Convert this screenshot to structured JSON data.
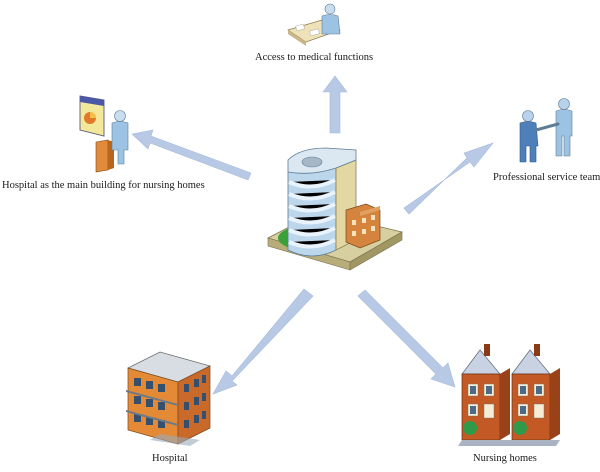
{
  "diagram": {
    "center": {
      "name": "medical-nursing-complex",
      "icon": "office-tower-icon"
    },
    "nodes": [
      {
        "id": "top",
        "label": "Access to medical functions",
        "icon": "desk-worker-icon"
      },
      {
        "id": "left",
        "label": "Hospital as the main building for nursing homes",
        "icon": "presenter-icon"
      },
      {
        "id": "right",
        "label": "Professional service team",
        "icon": "handshake-icon"
      },
      {
        "id": "bottom-left",
        "label": "Hospital",
        "icon": "hospital-building-icon"
      },
      {
        "id": "bottom-right",
        "label": "Nursing homes",
        "icon": "row-houses-icon"
      }
    ],
    "colors": {
      "arrow": "#b7c9e5",
      "arrow_edge": "#9fb4d6",
      "tower_glass": "#cfe4f4",
      "lawn": "#3aa03a",
      "brick": "#c96a2a"
    }
  }
}
